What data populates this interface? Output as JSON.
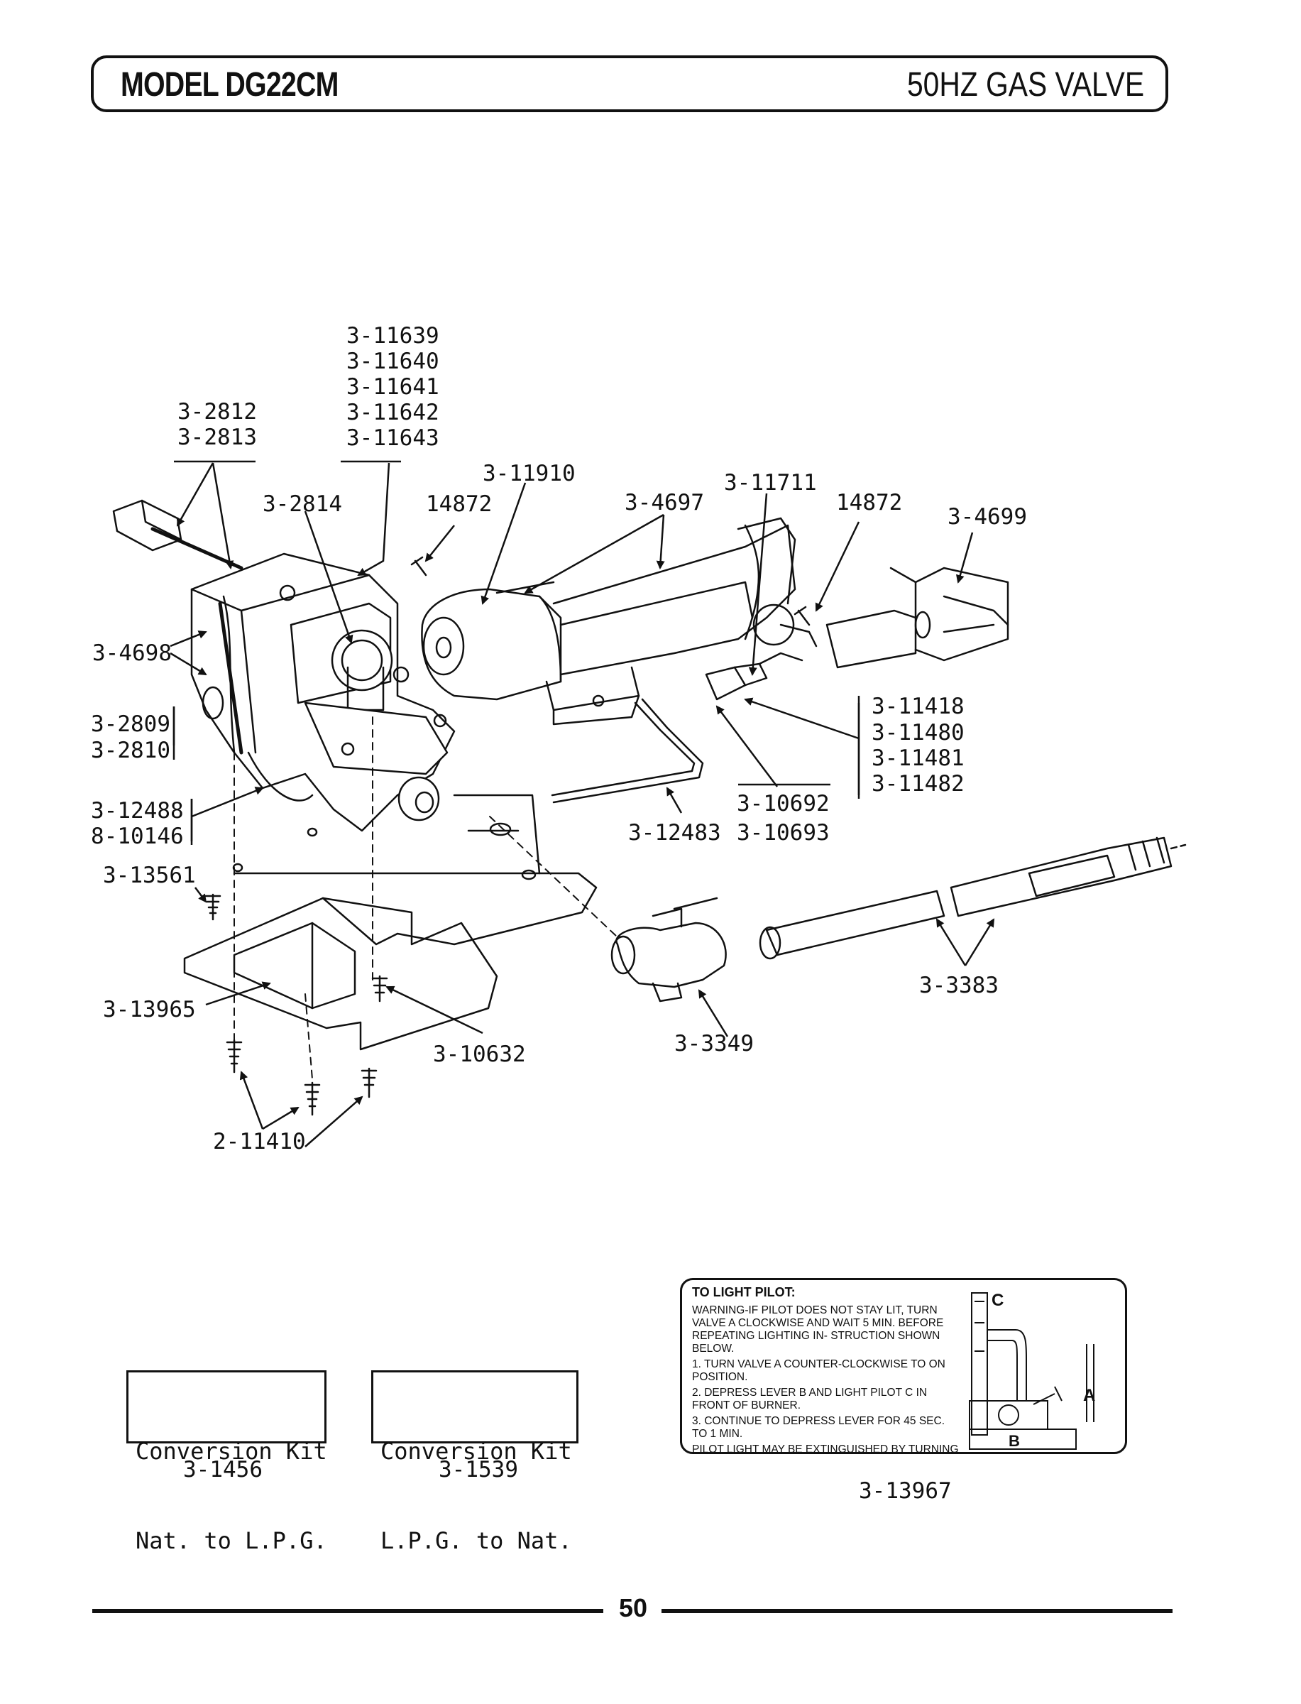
{
  "header": {
    "model": "MODEL DG22CM",
    "section": "50HZ GAS VALVE"
  },
  "diagram": {
    "labels": {
      "l_11639": "3-11639",
      "l_11640": "3-11640",
      "l_11641": "3-11641",
      "l_11642": "3-11642",
      "l_11643": "3-11643",
      "l_2812": "3-2812",
      "l_2813": "3-2813",
      "l_2814": "3-2814",
      "l_14872a": "14872",
      "l_11910": "3-11910",
      "l_4697": "3-4697",
      "l_11711": "3-11711",
      "l_14872b": "14872",
      "l_4699": "3-4699",
      "l_4698": "3-4698",
      "l_2809": "3-2809",
      "l_2810": "3-2810",
      "l_12488": "3-12488",
      "l_10146": "8-10146",
      "l_13561": "3-13561",
      "l_11418": "3-11418",
      "l_11480": "3-11480",
      "l_11481": "3-11481",
      "l_11482": "3-11482",
      "l_10692": "3-10692",
      "l_10693": "3-10693",
      "l_12483": "3-12483",
      "l_3383": "3-3383",
      "l_13965": "3-13965",
      "l_10632": "3-10632",
      "l_3349": "3-3349",
      "l_11410": "2-11410"
    }
  },
  "kits": [
    {
      "line1": "Conversion Kit",
      "line2": "Nat. to L.P.G.",
      "part": "3-1456"
    },
    {
      "line1": "Conversion Kit",
      "line2": "L.P.G. to Nat.",
      "part": "3-1539"
    }
  ],
  "pilot_label": {
    "title": "TO LIGHT PILOT:",
    "warning": "WARNING-IF PILOT DOES NOT STAY LIT, TURN VALVE A CLOCKWISE AND WAIT 5 MIN. BEFORE REPEATING LIGHTING IN- STRUCTION SHOWN BELOW.",
    "step1": "1. TURN VALVE A COUNTER-CLOCKWISE TO ON POSITION.",
    "step2": "2. DEPRESS LEVER B AND LIGHT PILOT C IN FRONT OF BURNER.",
    "step3": "3. CONTINUE TO DEPRESS LEVER FOR 45 SEC. TO 1 MIN.",
    "note": "PILOT LIGHT MAY BE EXTINGUISHED BY TURNING VALVE A CLOCKWISE.",
    "marker_a": "A",
    "marker_b": "B",
    "marker_c": "C",
    "part": "3-13967"
  },
  "footer": {
    "page_number": "50"
  }
}
